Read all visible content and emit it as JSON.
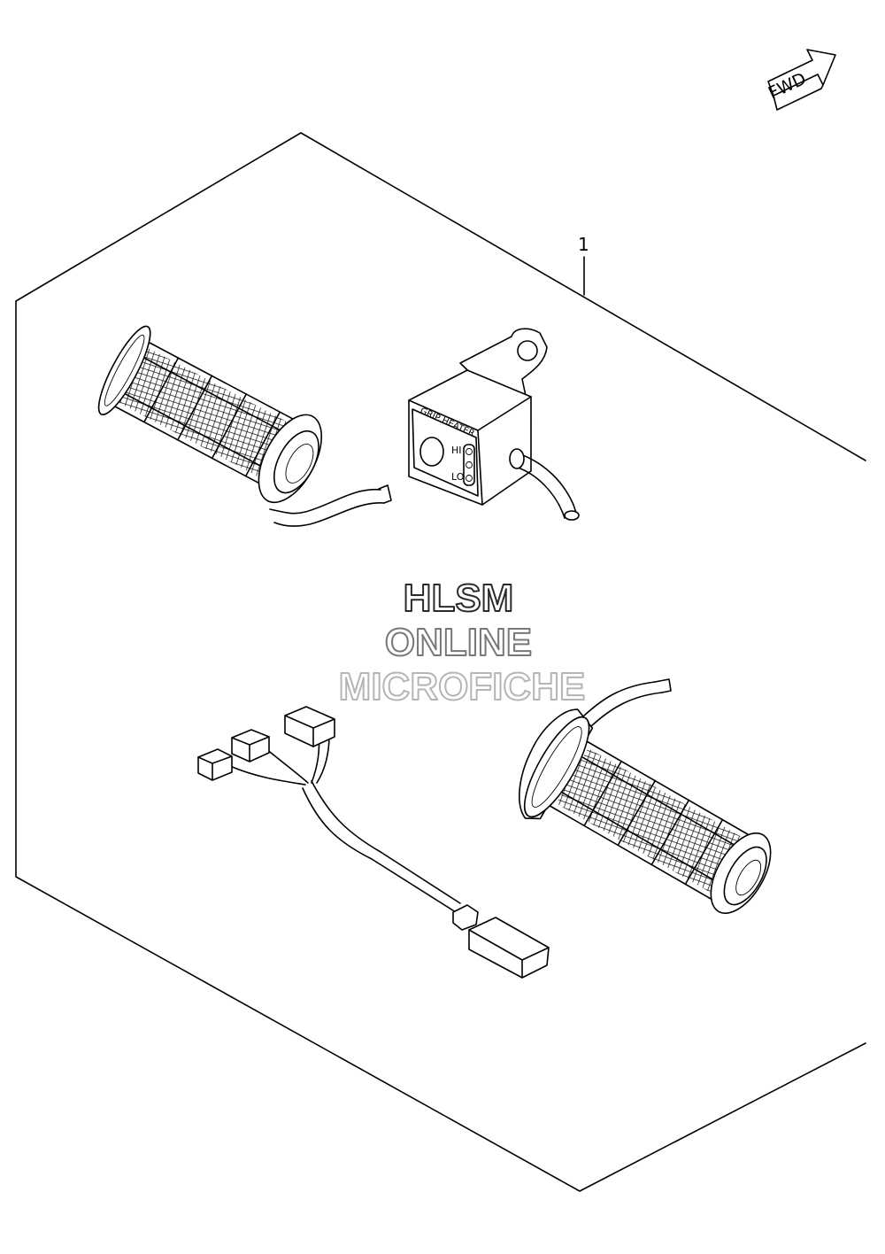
{
  "fwd_label": "FWD",
  "part_number": "1",
  "switch": {
    "title": "GRIP HEATER",
    "hi": "HI",
    "lo": "LO"
  },
  "watermark": {
    "line1": "HLSM",
    "line2": "ONLINE",
    "line3": "MICROFICHE"
  }
}
